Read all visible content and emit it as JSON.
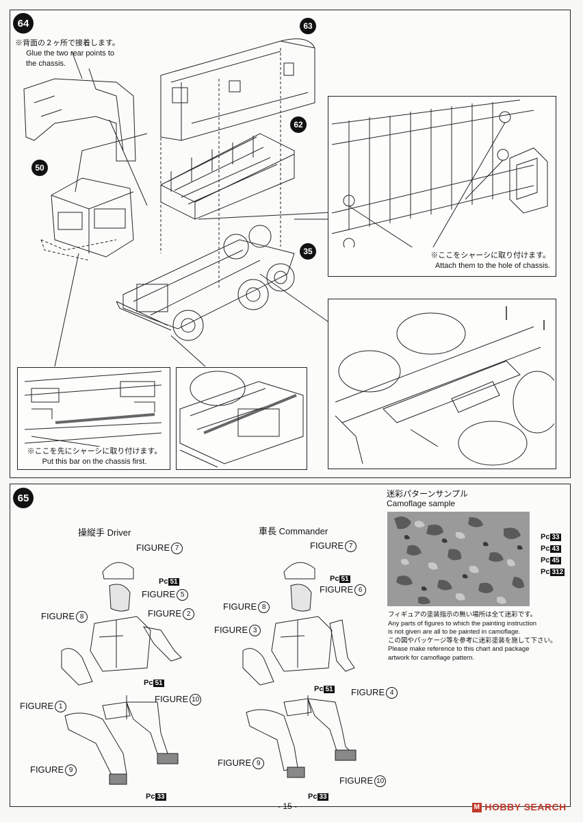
{
  "step64": {
    "number": "64",
    "note_jp": "※背面の２ヶ所で接着します。",
    "note_en_1": "Glue the two rear points to",
    "note_en_2": "the chassis.",
    "parts": {
      "canopy": "63",
      "bed": "62",
      "cab": "50",
      "chassis": "35"
    },
    "right_note_jp": "※ここをシャーシに取り付けます。",
    "right_note_en": "Attach them to the hole of chassis.",
    "bottom_note_jp": "※ここを先にシャーシに取り付けます。",
    "bottom_note_en": "Put this bar on the chassis first."
  },
  "step65": {
    "number": "65",
    "driver_title_jp": "操縦手",
    "driver_title_en": "Driver",
    "commander_title_jp": "車長",
    "commander_title_en": "Commander",
    "figure_label": "FIGURE",
    "driver_parts": [
      "7",
      "5",
      "8",
      "2",
      "1",
      "10",
      "9"
    ],
    "commander_parts": [
      "7",
      "6",
      "8",
      "3",
      "4",
      "9",
      "10"
    ],
    "paint_prefix": "Pc",
    "paint_51": "51",
    "paint_33": "33"
  },
  "camo": {
    "title_jp": "迷彩パターンサンプル",
    "title_en": "Camoflage sample",
    "colors": [
      "33",
      "43",
      "45",
      "312"
    ],
    "note_1": "フィギュアの塗装指示の無い場所は全て迷彩です。",
    "note_2": "Any parts of figures to which the painting instruction",
    "note_3": "is not given are all to be painted in camoflage.",
    "note_4": "この図やパッケージ等を参考に迷彩塗装を施して下さい。",
    "note_5": "Please make reference to this chart and package",
    "note_6": "artwork for camoflage pattern."
  },
  "footer": {
    "page": "- 15 -",
    "watermark": "HOBBY SEARCH"
  }
}
